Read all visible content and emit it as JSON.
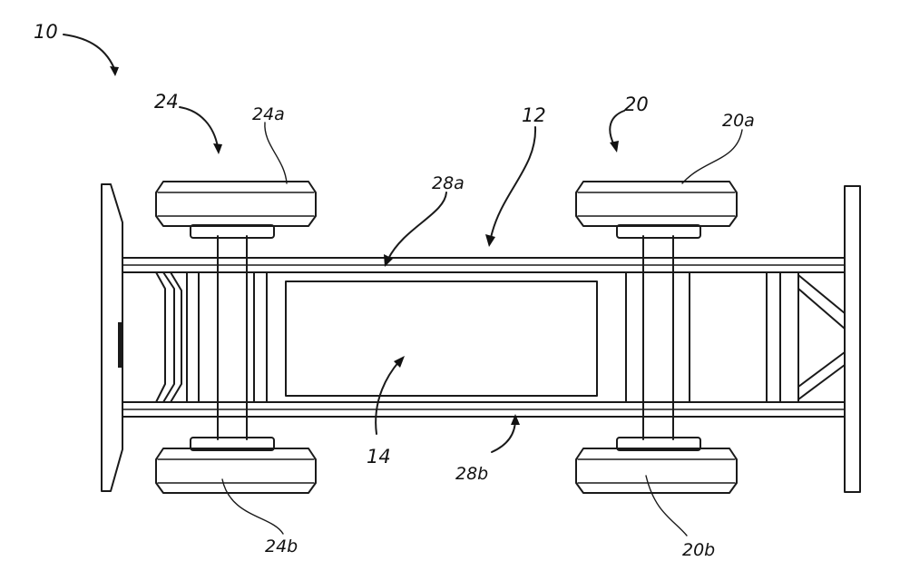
{
  "figure": {
    "labels": {
      "vehicle": "10",
      "frame": "12",
      "battery": "14",
      "front_axle": "20",
      "front_wheel_top": "20a",
      "front_wheel_bottom": "20b",
      "rear_axle": "24",
      "rear_wheel_top": "24a",
      "rear_wheel_bottom": "24b",
      "rail_top": "28a",
      "rail_bottom": "28b"
    }
  }
}
